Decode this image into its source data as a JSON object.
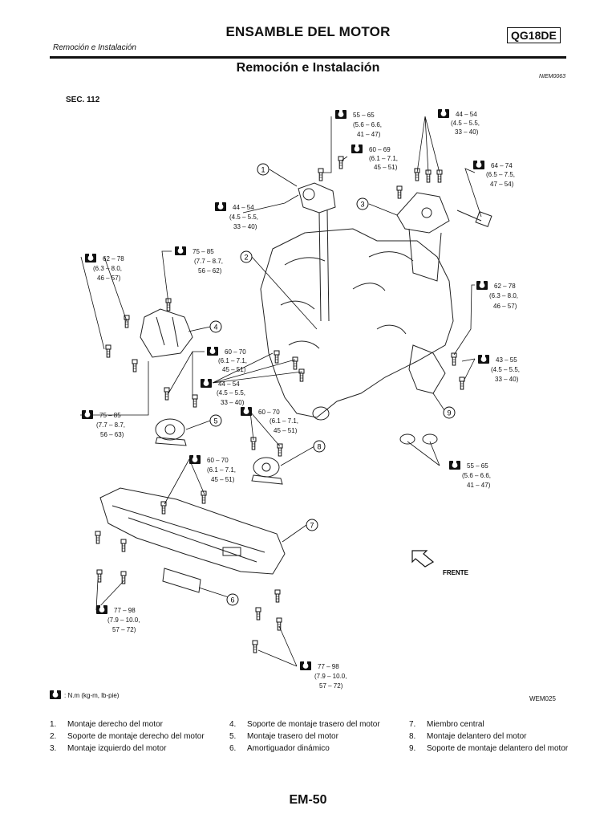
{
  "header": {
    "title": "ENSAMBLE DEL MOTOR",
    "model": "QG18DE",
    "subtitle": "Remoción e Instalación"
  },
  "section": {
    "title": "Remoción e Instalación",
    "ref_code": "NIEM0063"
  },
  "diagram": {
    "sec_label": "SEC. 112",
    "figure_code": "WEM025",
    "direction_label": "FRENTE",
    "unit_legend": ": N.m (kg-m, lb-pie)",
    "callouts": [
      "1",
      "2",
      "3",
      "4",
      "5",
      "6",
      "7",
      "8",
      "9"
    ],
    "torques": [
      {
        "l1": "55 – 65",
        "l2": "(5.6 – 6.6,",
        "l3": "41 – 47)"
      },
      {
        "l1": "60 – 69",
        "l2": "(6.1 – 7.1,",
        "l3": "45 – 51)"
      },
      {
        "l1": "44 – 54",
        "l2": "(4.5 – 5.5,",
        "l3": "33 – 40)"
      },
      {
        "l1": "64 – 74",
        "l2": "(6.5 – 7.5,",
        "l3": "47 – 54)"
      },
      {
        "l1": "44 – 54",
        "l2": "(4.5 – 5.5,",
        "l3": "33 – 40)"
      },
      {
        "l1": "62 – 78",
        "l2": "(6.3 – 8.0,",
        "l3": "46 – 57)"
      },
      {
        "l1": "75 – 85",
        "l2": "(7.7 – 8.7,",
        "l3": "56 – 62)"
      },
      {
        "l1": "62 – 78",
        "l2": "(6.3 – 8.0,",
        "l3": "46 – 57)"
      },
      {
        "l1": "60 – 70",
        "l2": "(6.1 – 7.1,",
        "l3": "45 – 51)"
      },
      {
        "l1": "43 – 55",
        "l2": "(4.5 – 5.5,",
        "l3": "33 – 40)"
      },
      {
        "l1": "44 – 54",
        "l2": "(4.5 – 5.5,",
        "l3": "33 – 40)"
      },
      {
        "l1": "75 – 85",
        "l2": "(7.7 – 8.7,",
        "l3": "56 – 63)"
      },
      {
        "l1": "60 – 70",
        "l2": "(6.1 – 7.1,",
        "l3": "45 – 51)"
      },
      {
        "l1": "60 – 70",
        "l2": "(6.1 – 7.1,",
        "l3": "45 – 51)"
      },
      {
        "l1": "55 – 65",
        "l2": "(5.6 – 6.6,",
        "l3": "41 – 47)"
      },
      {
        "l1": "77 – 98",
        "l2": "(7.9 – 10.0,",
        "l3": "57 – 72)"
      },
      {
        "l1": "77 – 98",
        "l2": "(7.9 – 10.0,",
        "l3": "57 – 72)"
      }
    ]
  },
  "legend": {
    "columns": [
      [
        {
          "num": "1.",
          "text": "Montaje derecho del motor"
        },
        {
          "num": "2.",
          "text": "Soporte de montaje derecho del motor"
        },
        {
          "num": "3.",
          "text": "Montaje izquierdo del motor"
        }
      ],
      [
        {
          "num": "4.",
          "text": "Soporte de montaje trasero del motor"
        },
        {
          "num": "5.",
          "text": "Montaje trasero del motor"
        },
        {
          "num": "6.",
          "text": "Amortiguador dinámico"
        }
      ],
      [
        {
          "num": "7.",
          "text": "Miembro central"
        },
        {
          "num": "8.",
          "text": "Montaje delantero del motor"
        },
        {
          "num": "9.",
          "text": "Soporte de montaje delantero del motor"
        }
      ]
    ]
  },
  "footer": {
    "page_number": "EM-50"
  }
}
